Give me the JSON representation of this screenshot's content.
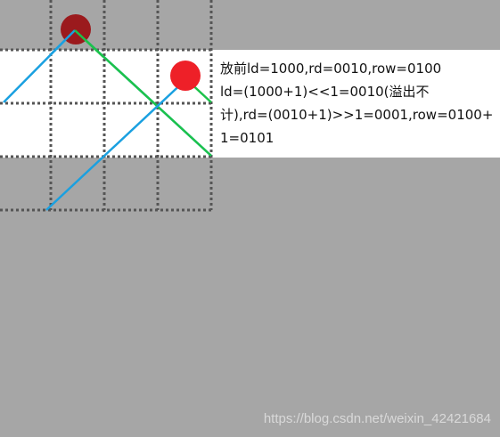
{
  "diagram": {
    "colors": {
      "background": "#a6a6a6",
      "highlight_row": "#ffffff",
      "grid_dots": "#555555",
      "queen_placed": "#9b1a1d",
      "queen_new": "#ee2028",
      "diagonal_left": "#1aa0e0",
      "diagonal_right": "#1cc24a"
    },
    "queens": [
      {
        "name": "placed",
        "row": 0,
        "col": 1
      },
      {
        "name": "new",
        "row": 1,
        "col": 3
      }
    ]
  },
  "explanation": {
    "line1": "放前ld=1000,rd=0010,row=0100",
    "line2": "ld=(1000+1)<<1=0010(溢出不",
    "line3": "计),rd=(0010+1)>>1=0001,row=0100+",
    "line4": "1=0101"
  },
  "watermark": "https://blog.csdn.net/weixin_42421684"
}
